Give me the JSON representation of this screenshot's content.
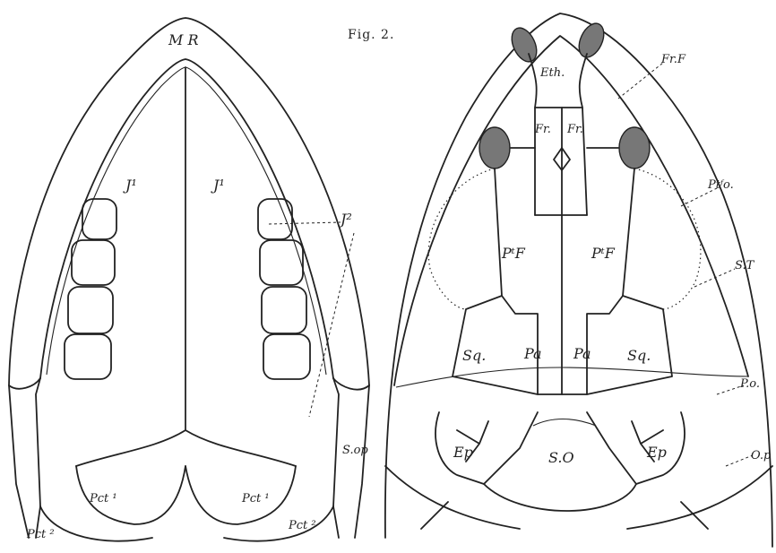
{
  "figure_caption": "Fig. 2.",
  "left_skull": {
    "mr": "M R",
    "j1_left": "J¹",
    "j1_right": "J¹",
    "j2": "J²",
    "pct1_left": "Pct ¹",
    "pct1_right": "Pct ¹",
    "pct2_left": "Pct ²",
    "pct2_right": "Pct ²",
    "sop": "S.op"
  },
  "right_skull": {
    "eth": "Eth.",
    "frf": "Fr.F",
    "fr_left": "Fr.",
    "fr_right": "Fr.",
    "pto": "Ptᶠo.",
    "ptf_left": "PᵗF",
    "ptf_right": "PᵗF",
    "st": "S.T",
    "sq_left": "Sq.",
    "sq_right": "Sq.",
    "pa_left": "Pa",
    "pa_right": "Pa",
    "po": "P.o.",
    "ep_left": "Ep",
    "ep_right": "Ep",
    "so": "S.O",
    "op": "O.p"
  }
}
